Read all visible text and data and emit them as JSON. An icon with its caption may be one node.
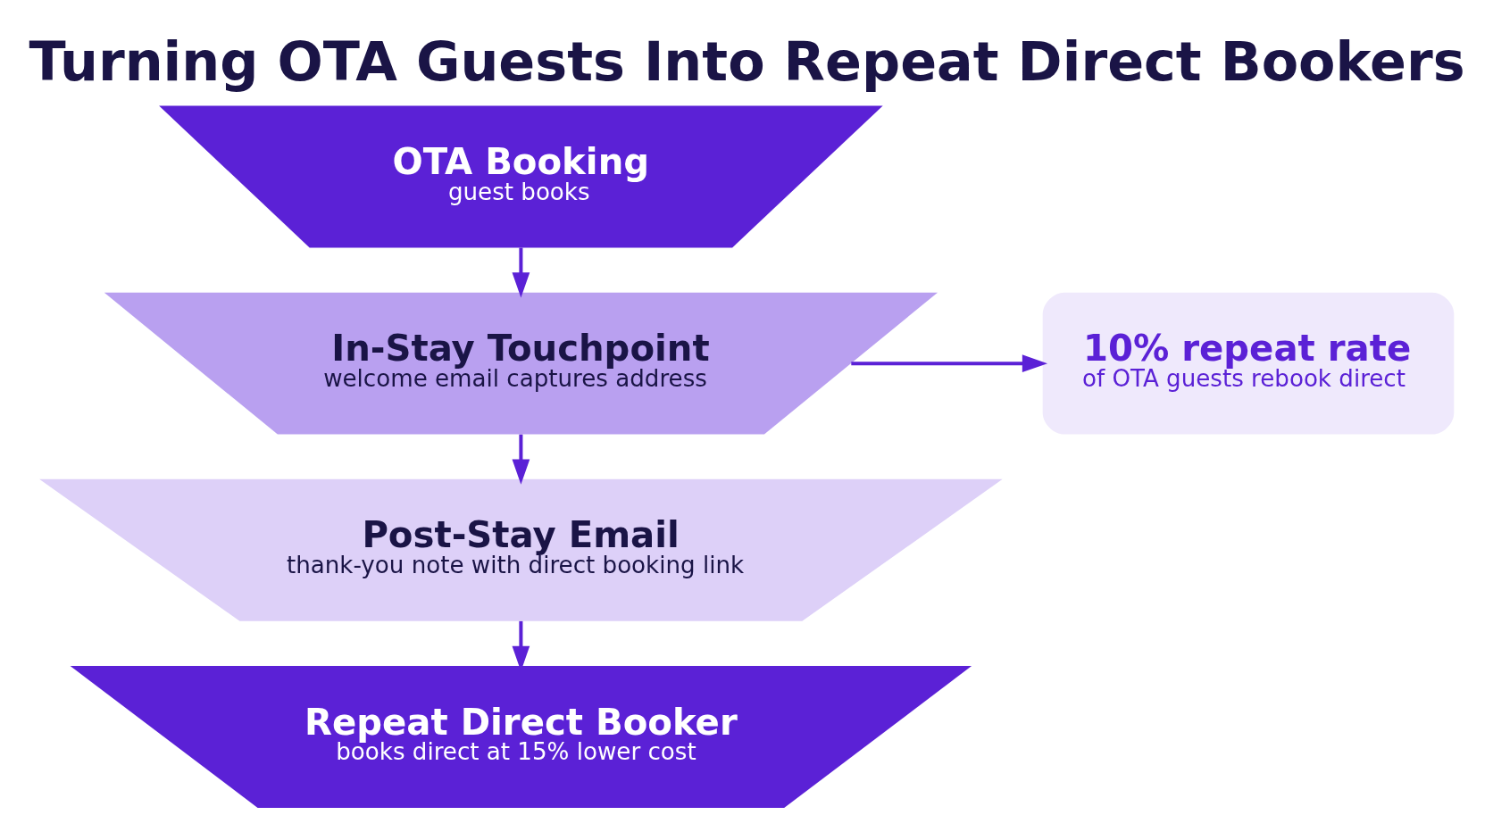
{
  "diagram": {
    "title": "Turning OTA Guests Into Repeat Direct Bookers",
    "nodes": [
      {
        "text": [
          "OTA Booking",
          "guest books"
        ]
      },
      {
        "text": [
          "In-Stay Touchpoint",
          "welcome email captures address"
        ]
      },
      {
        "text": [
          "Post-Stay Email",
          "thank-you note with direct booking link"
        ]
      },
      {
        "text": [
          "Repeat Direct Booker",
          "books direct at 15% lower cost"
        ]
      },
      {
        "text": [
          "10% repeat rate",
          "of OTA guests rebook direct"
        ]
      }
    ],
    "edges": [
      {
        "from": 0,
        "to": 1,
        "arrow": "to"
      },
      {
        "from": 1,
        "to": 2,
        "arrow": "to"
      },
      {
        "from": 2,
        "to": 3,
        "arrow": "to"
      },
      {
        "from": 1,
        "to": 4,
        "arrow": "to"
      }
    ]
  }
}
